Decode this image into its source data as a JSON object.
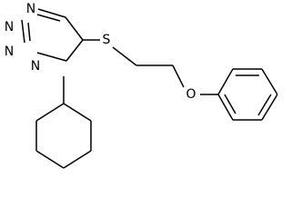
{
  "molecule": {
    "atoms": {
      "n1": "N",
      "n2": "N",
      "n3": "N",
      "n4": "N",
      "s": "S",
      "o": "O"
    }
  }
}
